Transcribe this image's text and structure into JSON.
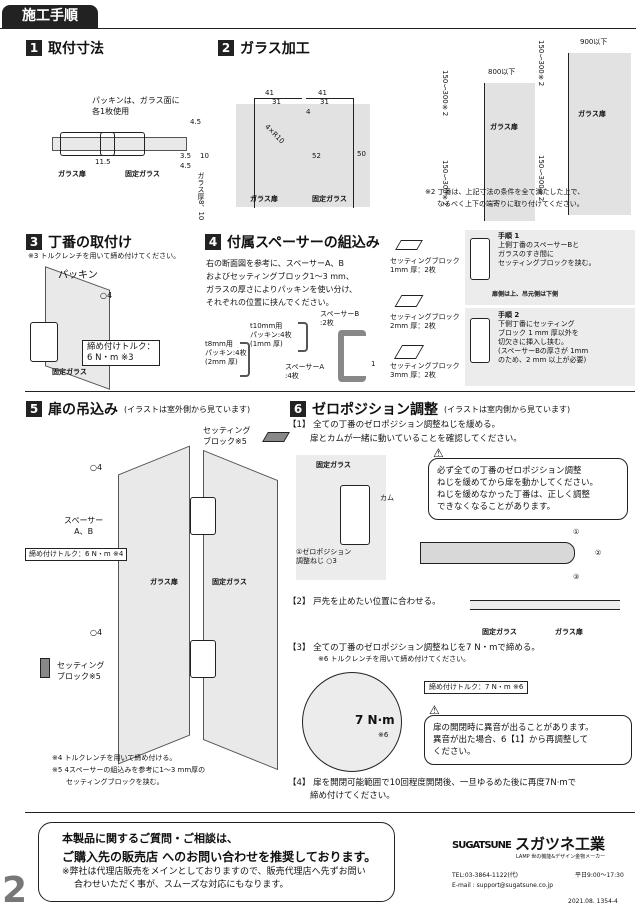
{
  "header": {
    "title": "施工手順"
  },
  "s1": {
    "num": "1",
    "title": "取付寸法",
    "packing_note": [
      "パッキンは、ガラス面に",
      "各1枚使用"
    ],
    "dims": {
      "d4_5": "4.5",
      "d3_5": "3.5",
      "d4_5b": "4.5",
      "d10": "10",
      "d11_5": "11.5",
      "thickness": "ガラス厚8、10"
    },
    "label_door": "ガラス扉",
    "label_fixed": "固定ガラス"
  },
  "s2": {
    "num": "2",
    "title": "ガラス加工",
    "dims": {
      "w41a": "41",
      "w31a": "31",
      "w41b": "41",
      "w31b": "31",
      "d4": "4",
      "r": "4×R10",
      "h52": "52",
      "h50": "50"
    },
    "label_door": "ガラス扉",
    "label_fixed": "固定ガラス"
  },
  "layout": {
    "w800": "800以下",
    "w900": "900以下",
    "gap": "150～300※2",
    "label_door": "ガラス扉",
    "note2": [
      "※2 丁番は、上記寸法の条件を全て満たした上で、",
      "なるべく上下の端寄りに取り付けてください。"
    ]
  },
  "s3": {
    "num": "3",
    "title": "丁番の取付け",
    "note3": "※3 トルクレンチを用いて締め付けてください。",
    "packing": "パッキン",
    "hex": "○4",
    "torque": [
      "締め付けトルク：",
      "6 N・m ※3"
    ],
    "fixed": "固定ガラス"
  },
  "s4": {
    "num": "4",
    "title": "付属スペーサーの組込み",
    "text": [
      "右の断面図を参考に、スペーサーA、B",
      "およびセッティングブロック1～3 mm、",
      "ガラスの厚さによりパッキンを使い分け、",
      "それぞれの位置に挟んでください。"
    ],
    "spacer_b": [
      "スペーサーB",
      ":2枚"
    ],
    "t10": [
      "t10mm用",
      "パッキン:4枚",
      "(1mm 厚)"
    ],
    "t8": [
      "t8mm用",
      "パッキン:4枚",
      "(2mm 厚)"
    ],
    "spacer_a": [
      "スペーサーA",
      ":4枚"
    ],
    "dim1": "1",
    "blocks": [
      [
        "セッティングブロック",
        "1mm 厚：2枚"
      ],
      [
        "セッティングブロック",
        "2mm 厚：2枚"
      ],
      [
        "セッティングブロック",
        "3mm 厚：2枚"
      ]
    ],
    "step1": {
      "title": "手順 1",
      "text": [
        "上側丁番のスペーサーBと",
        "ガラスのすき間に",
        "セッティングブロックを挟む。"
      ],
      "note": "扉側は上、吊元側は下側"
    },
    "step2": {
      "title": "手順 2",
      "text": [
        "下側丁番にセッティング",
        "ブロック 1 mm 厚以外を",
        "切欠きに挿入し挟む。",
        "(スペーサーBの厚さが 1mm",
        "のため、2 mm 以上が必要)"
      ]
    }
  },
  "s5": {
    "num": "5",
    "title": "扉の吊込み",
    "sub": "(イラストは室外側から見ています)",
    "block_top": [
      "セッティング",
      "ブロック※5"
    ],
    "hex": "○4",
    "spacer": [
      "スペーサー",
      "A、B"
    ],
    "torque": "締め付けトルク：6 N・m ※4",
    "door": "ガラス扉",
    "fixed": "固定ガラス",
    "block_bottom": [
      "セッティング",
      "ブロック※5"
    ],
    "notes": [
      "※4 トルクレンチを用いて締め付ける。",
      "※5 4スペーサーの組込みを参考に1～3 mm厚の",
      "セッティングブロックを挟む。"
    ]
  },
  "s6": {
    "num": "6",
    "title": "ゼロポジション調整",
    "sub": "(イラストは室内側から見ています)",
    "step1": [
      "【1】 全ての丁番のゼロポジション調整ねじを緩める。",
      "扉とカムが一緒に動いていることを確認してください。"
    ],
    "fixed": "固定ガラス",
    "cam": "カム",
    "screw": [
      "①ゼロポジション",
      "調整ねじ ○3"
    ],
    "warn1": [
      "必ず全ての丁番のゼロポジション調整",
      "ねじを緩めてから扉を動かしてください。",
      "ねじを緩めなかった丁番は、正しく調整",
      "できなくなることがあります。"
    ],
    "marks": [
      "①",
      "②",
      "③"
    ],
    "step2": "【2】 戸先を止めたい位置に合わせる。",
    "label_fixed": "固定ガラス",
    "label_door": "ガラス扉",
    "step3": [
      "【3】 全ての丁番のゼロポジション調整ねじを7 N・mで締める。",
      "※6 トルクレンチを用いて締め付けてください。"
    ],
    "torque": "締め付けトルク：7 N・m ※6",
    "torque_big": "7 N·m",
    "note6": "※6",
    "warn2": [
      "扉の開閉時に異音が出ることがあります。",
      "異音が出た場合、6【1】から再調整して",
      "ください。"
    ],
    "step4": [
      "【4】 扉を開閉可能範囲で10回程度開閉後、一旦ゆるめた後に再度7N·mで",
      "締め付けてください。"
    ]
  },
  "footer": {
    "page": "2",
    "contact": [
      "本製品に関するご質問・ご相談は、",
      "ご購入先の販売店 へのお問い合わせを推奨しております。",
      "※弊社は代理店販売をメインとしておりますので、販売代理店へ先ずお問い",
      "合わせいただく事が、スムーズな対応にもなります。"
    ],
    "logo_en": "SUGATSUNE",
    "logo_jp": "スガツネ工業",
    "tagline": "LAMP 世の機能&デザイン金物メーカー",
    "tel": "TEL:03-3864-1122(代)",
    "hours": "平日9:00～17:30",
    "email": "E-mail : support@sugatsune.co.jp",
    "code": "2021.08.  1354-4"
  }
}
